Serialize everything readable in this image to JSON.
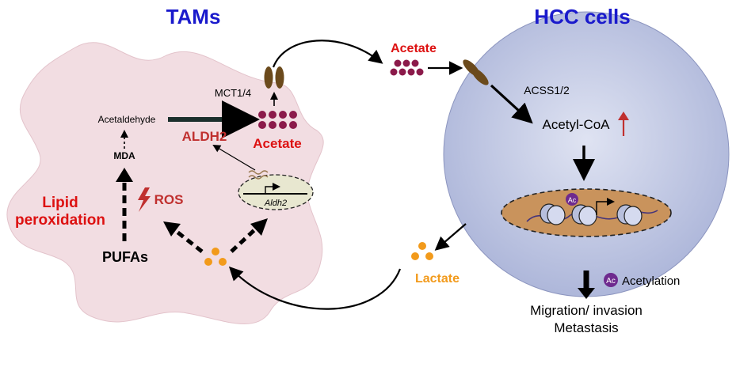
{
  "headers": {
    "tams": "TAMs",
    "hcc": "HCC cells"
  },
  "tam": {
    "acetaldehyde": "Acetaldehyde",
    "mda": "MDA",
    "lipid_line1": "Lipid",
    "lipid_line2": "peroxidation",
    "pufas": "PUFAs",
    "ros": "ROS",
    "aldh2_enzyme": "ALDH2",
    "aldh2_gene": "Aldh2",
    "mct": "MCT1/4",
    "acetate": "Acetate"
  },
  "extracellular": {
    "acetate": "Acetate",
    "lactate": "Lactate"
  },
  "hcc": {
    "acss": "ACSS1/2",
    "acetyl_coa": "Acetyl-CoA",
    "ac_badge": "Ac",
    "legend_label": "Acetylation",
    "outcome_line1": "Migration/ invasion",
    "outcome_line2": "Metastasis"
  },
  "colors": {
    "title_blue": "#1a1acc",
    "acetate_red": "#dd1111",
    "enzyme_red": "#c0302f",
    "metabolite_dots": "#8b1a4a",
    "lactate_orange": "#f29a1b",
    "tam_fill": "#f2dde2",
    "hcc_fill": "#c6cde6",
    "nucleus_fill": "#c9935c",
    "ac_purple": "#6e2a8e",
    "transporter_brown": "#6b4a1c"
  }
}
